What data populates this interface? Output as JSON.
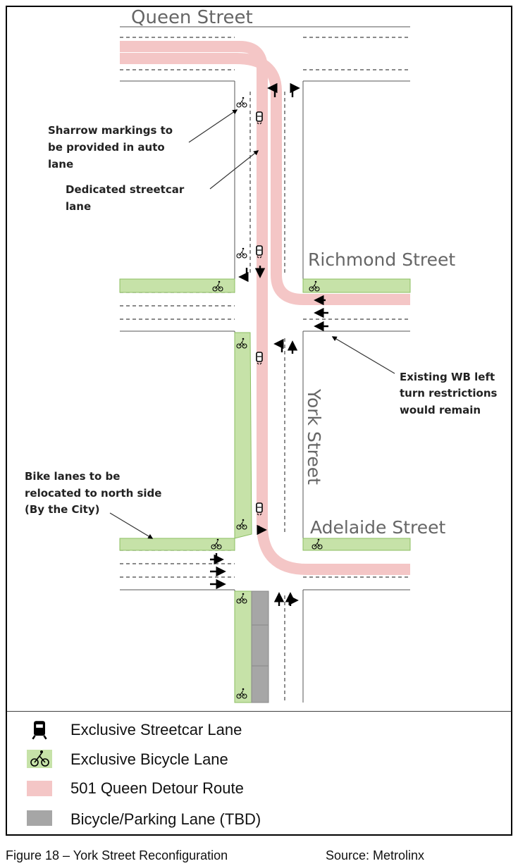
{
  "diagram": {
    "streets": {
      "queen": "Queen Street",
      "richmond": "Richmond Street",
      "york": "York Street",
      "adelaide": "Adelaide Street"
    },
    "annotations": {
      "sharrow": [
        "Sharrow markings to",
        "be provided in auto",
        "lane"
      ],
      "streetcar_lane": [
        "Dedicated streetcar",
        "lane"
      ],
      "wb_left": [
        "Existing WB left",
        "turn restrictions",
        "would remain"
      ],
      "bike_lanes": [
        "Bike lanes to be",
        "relocated to north side",
        "(By the City)"
      ]
    },
    "colors": {
      "detour": "#f4c6c6",
      "bike": "#c6e2a8",
      "bike_border": "#8cbf62",
      "parking": "#a6a6a6"
    }
  },
  "legend": {
    "items": [
      {
        "icon": "streetcar-icon",
        "label": "Exclusive Streetcar Lane"
      },
      {
        "icon": "bicycle-icon",
        "label": "Exclusive Bicycle Lane"
      },
      {
        "icon": "detour-swatch",
        "label": "501 Queen Detour Route"
      },
      {
        "icon": "parking-swatch",
        "label": "Bicycle/Parking Lane (TBD)"
      }
    ]
  },
  "caption": {
    "figure": "Figure 18 – York Street Reconfiguration",
    "source": "Source: Metrolinx"
  }
}
